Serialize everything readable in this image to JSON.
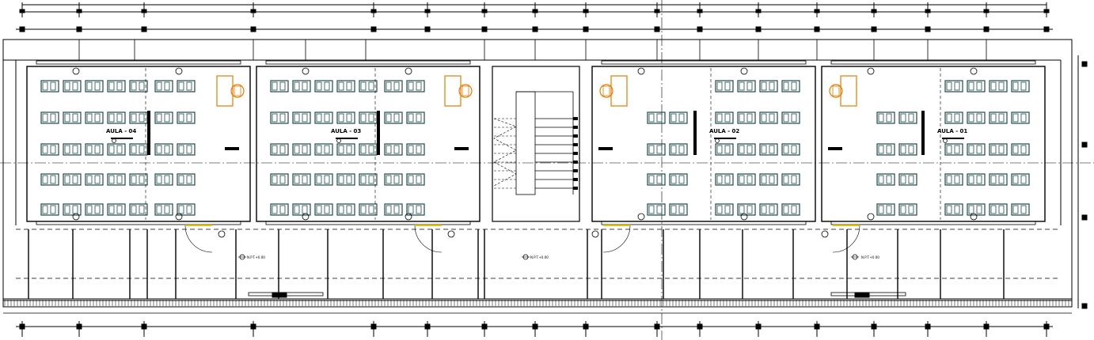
{
  "drawing": {
    "classrooms": [
      {
        "label": "AULA - 04"
      },
      {
        "label": "AULA - 03"
      },
      {
        "label": "AULA - 02"
      },
      {
        "label": "AULA - 01"
      }
    ],
    "corridor_tag": "N.P.T.+0.00",
    "stair_tag": "N.P.T.+0.00",
    "colors": {
      "line": "#000000",
      "desk": "#1f4a4a",
      "furniture": "#e07b00",
      "door_accent": "#e0c000"
    }
  }
}
